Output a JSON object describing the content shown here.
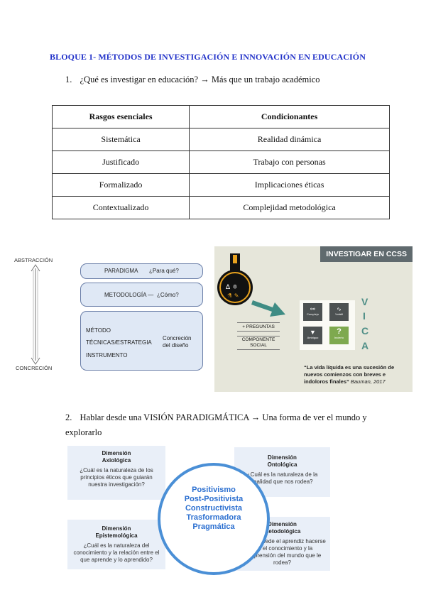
{
  "heading": "BLOQUE 1- MÉTODOS DE INVESTIGACIÓN E INNOVACIÓN EN EDUCACIÓN",
  "item1": {
    "num": "1.",
    "text": "¿Qué es investigar en educación? → Más que un trabajo académico"
  },
  "table": {
    "headers": [
      "Rasgos esenciales",
      "Condicionantes"
    ],
    "rows": [
      [
        "Sistemática",
        "Realidad dinámica"
      ],
      [
        "Justificado",
        "Trabajo con personas"
      ],
      [
        "Formalizado",
        "Implicaciones éticas"
      ],
      [
        "Contextualizado",
        "Complejidad metodológica"
      ]
    ]
  },
  "diagram": {
    "axis_top": "ABSTRACCIÓN",
    "axis_bottom": "CONCRECIÓN",
    "paradigma": "PARADIGMA",
    "paradigma_q": "¿Para qué?",
    "metodologia": "METODOLOGÍA —",
    "metodologia_q": "¿Cómo?",
    "metodo": "MÉTODO",
    "tecnicas": "TÉCNICAS/ESTRATEGIA",
    "instrumento": "INSTRUMENTO",
    "concrecion": "Concreción del diseño"
  },
  "ccss": {
    "title": "INVESTIGAR EN CCSS",
    "mas_preguntas": "+ PREGUNTAS",
    "componente": "COMPONENTE",
    "social": "SOCIAL",
    "tiles": [
      "Complejo",
      "Volátil",
      "Ambiguo",
      "Incierto"
    ],
    "vica": [
      "V",
      "I",
      "C",
      "A"
    ],
    "quote": "“La vida líquida es una sucesión de nuevos comienzos con breves e indoloros finales”",
    "author": "Bauman, 2017",
    "colors": {
      "tile_dark": "#4c5152",
      "tile_green": "#7ea94f",
      "teal": "#3f8c84",
      "vica": "#4f8f87"
    }
  },
  "item2": {
    "num": "2.",
    "text": "Hablar desde una VISIÓN PARADIGMÁTICA →  Una forma de ver el mundo y explorarlo"
  },
  "dimensions": {
    "axiologica": {
      "title": "Dimensión Axiológica",
      "q": "¿Cuál es la naturaleza de los principios éticos que guiarán nuestra investigación?"
    },
    "ontologica": {
      "title": "Dimensión Ontológica",
      "q": "¿Cuál es la naturaleza de la realidad que nos rodea?"
    },
    "epistemologica": {
      "title": "Dimensión Epistemológica",
      "q": "¿Cuál es la naturaleza del conocimiento y la relación entre el que aprende y lo aprendido?"
    },
    "metodologica": {
      "title": "Dimensión Metodológica",
      "q": "¿Cómo puede el aprendiz hacerse con el conocimiento y la comprensión del mundo que le rodea?"
    }
  },
  "paradigms": [
    "Positivismo",
    "Post-Positivista",
    "Constructivista",
    "Trasformadora",
    "Pragmática"
  ]
}
